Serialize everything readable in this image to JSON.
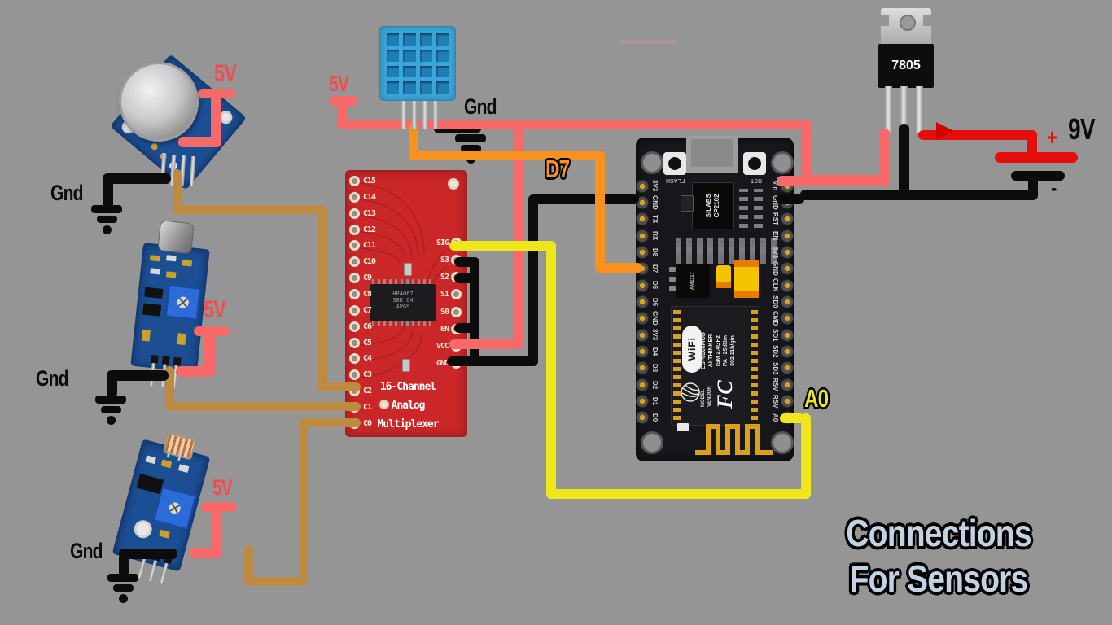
{
  "page": {
    "background": "#959595"
  },
  "title": {
    "line1": "Connections",
    "line2": "For Sensors"
  },
  "annotations": {
    "d7": "D7",
    "a0": "A0",
    "battery": "9V",
    "plus": "+",
    "minus": "-"
  },
  "labels": {
    "mq_5v": "5V",
    "mq_gnd": "Gnd",
    "dht_5v": "5V",
    "dht_gnd": "Gnd",
    "sound_5v": "5V",
    "sound_gnd": "Gnd",
    "ldr_5v": "5V",
    "ldr_gnd": "Gnd"
  },
  "regulator": {
    "part": "7805"
  },
  "multiplexer": {
    "channels": [
      "C15",
      "C14",
      "C13",
      "C12",
      "C11",
      "C10",
      "C9",
      "C8",
      "C7",
      "C6",
      "C5",
      "C4",
      "C3",
      "C2",
      "C1",
      "C0"
    ],
    "controls": [
      "SIG",
      "S3",
      "S2",
      "S1",
      "S0",
      "EN",
      "VCC",
      "GND"
    ],
    "board_text": [
      "16-Channel",
      "Analog",
      "Multiplexer"
    ],
    "chip_text": [
      "HP4067",
      "S8K Q4",
      "APG9"
    ]
  },
  "nodemcu": {
    "left_pins": [
      "3V3",
      "GND",
      "TX",
      "RX",
      "D8",
      "D7",
      "D6",
      "D5",
      "GND",
      "3V3",
      "D4",
      "D3",
      "D2",
      "D1",
      "D0"
    ],
    "right_pins": [
      "Vin",
      "GND",
      "RST",
      "EN",
      "3V3",
      "GND",
      "CLK",
      "SD0",
      "CMD",
      "SD1",
      "SD2",
      "SD3",
      "RSV",
      "RSV",
      "A0"
    ],
    "flash_button": "FLASH",
    "reset_button": "RST",
    "usb_chip_line1": "SILABS",
    "usb_chip_line2": "CP2102",
    "ldo": "AM1117",
    "esp": {
      "wifi_logo": "WiFi",
      "lines": [
        "ESP8266MOD",
        "AI-THINKER",
        "ISM 2.4GHz",
        "PA +25dBm",
        "802.11b/g/n"
      ],
      "model": "MODEL",
      "vendor": "VENDOR",
      "fcc": "FC"
    }
  },
  "wire_colors": {
    "rail_5v": "#f8696a",
    "wire_9v": "#e60d0d",
    "data_orange": "#f8911e",
    "analog_yellow": "#efe71c",
    "channel_brown": "#bd8a41",
    "ground_black": "#0c0c0c"
  }
}
